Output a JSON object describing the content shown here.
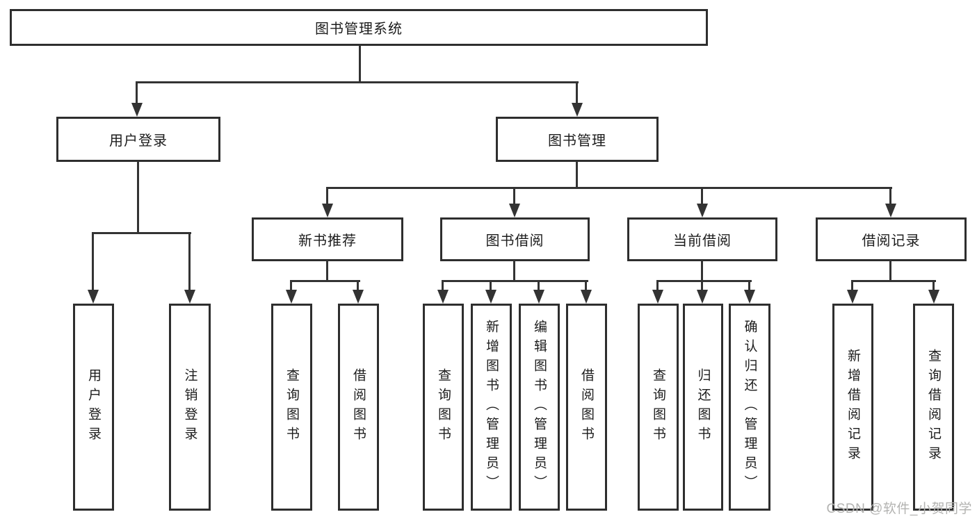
{
  "diagram_title": "图书管理系统",
  "watermark": {
    "text": "CSDN @软件_小贺同学"
  },
  "colors": {
    "background": "#ffffff",
    "box_border": "#2e2e2e",
    "line": "#333333",
    "text": "#1c1c1c",
    "watermark": "#b3b3b1"
  },
  "nodes": {
    "root": {
      "label": "图书管理系统"
    },
    "user_login": {
      "label": "用户登录"
    },
    "book_mgmt": {
      "label": "图书管理"
    },
    "new_books": {
      "label": "新书推荐"
    },
    "book_borrow": {
      "label": "图书借阅"
    },
    "current_borrow": {
      "label": "当前借阅"
    },
    "borrow_records": {
      "label": "借阅记录"
    },
    "leaf_user_login": {
      "label": "用户登录"
    },
    "leaf_logout": {
      "label": "注销登录"
    },
    "leaf_nb_query": {
      "label": "查询图书"
    },
    "leaf_nb_borrow": {
      "label": "借阅图书"
    },
    "leaf_bb_query": {
      "label": "查询图书"
    },
    "leaf_bb_add": {
      "label": "新增图书（管理员）"
    },
    "leaf_bb_edit": {
      "label": "编辑图书（管理员）"
    },
    "leaf_bb_borrow": {
      "label": "借阅图书"
    },
    "leaf_cb_query": {
      "label": "查询图书"
    },
    "leaf_cb_return": {
      "label": "归还图书"
    },
    "leaf_cb_confirm": {
      "label": "确认归还（管理员）"
    },
    "leaf_br_add": {
      "label": "新增借阅记录"
    },
    "leaf_br_query": {
      "label": "查询借阅记录"
    }
  },
  "hierarchy": {
    "root": [
      "user_login",
      "book_mgmt"
    ],
    "user_login": [
      "leaf_user_login",
      "leaf_logout"
    ],
    "book_mgmt": [
      "new_books",
      "book_borrow",
      "current_borrow",
      "borrow_records"
    ],
    "new_books": [
      "leaf_nb_query",
      "leaf_nb_borrow"
    ],
    "book_borrow": [
      "leaf_bb_query",
      "leaf_bb_add",
      "leaf_bb_edit",
      "leaf_bb_borrow"
    ],
    "current_borrow": [
      "leaf_cb_query",
      "leaf_cb_return",
      "leaf_cb_confirm"
    ],
    "borrow_records": [
      "leaf_br_add",
      "leaf_br_query"
    ]
  }
}
